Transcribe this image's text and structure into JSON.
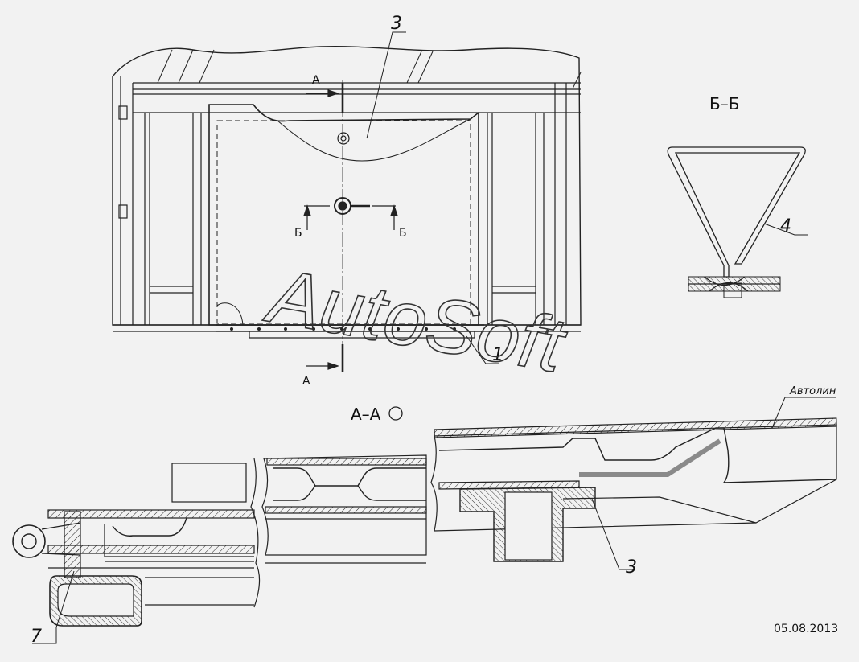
{
  "labels": {
    "pos_3_top": "3",
    "pos_1": "1",
    "pos_4": "4",
    "pos_3_bottom": "3",
    "pos_7": "7",
    "section_a_top": "A",
    "section_a_bottom": "A",
    "section_b_left": "Б",
    "section_b_right": "Б",
    "view_bb": "Б–Б",
    "view_aa": "А–А",
    "material": "Автолин",
    "watermark": "AutoSoft",
    "date": "05.08.2013"
  },
  "colors": {
    "background": "#f2f2f2",
    "line": "#222222"
  }
}
